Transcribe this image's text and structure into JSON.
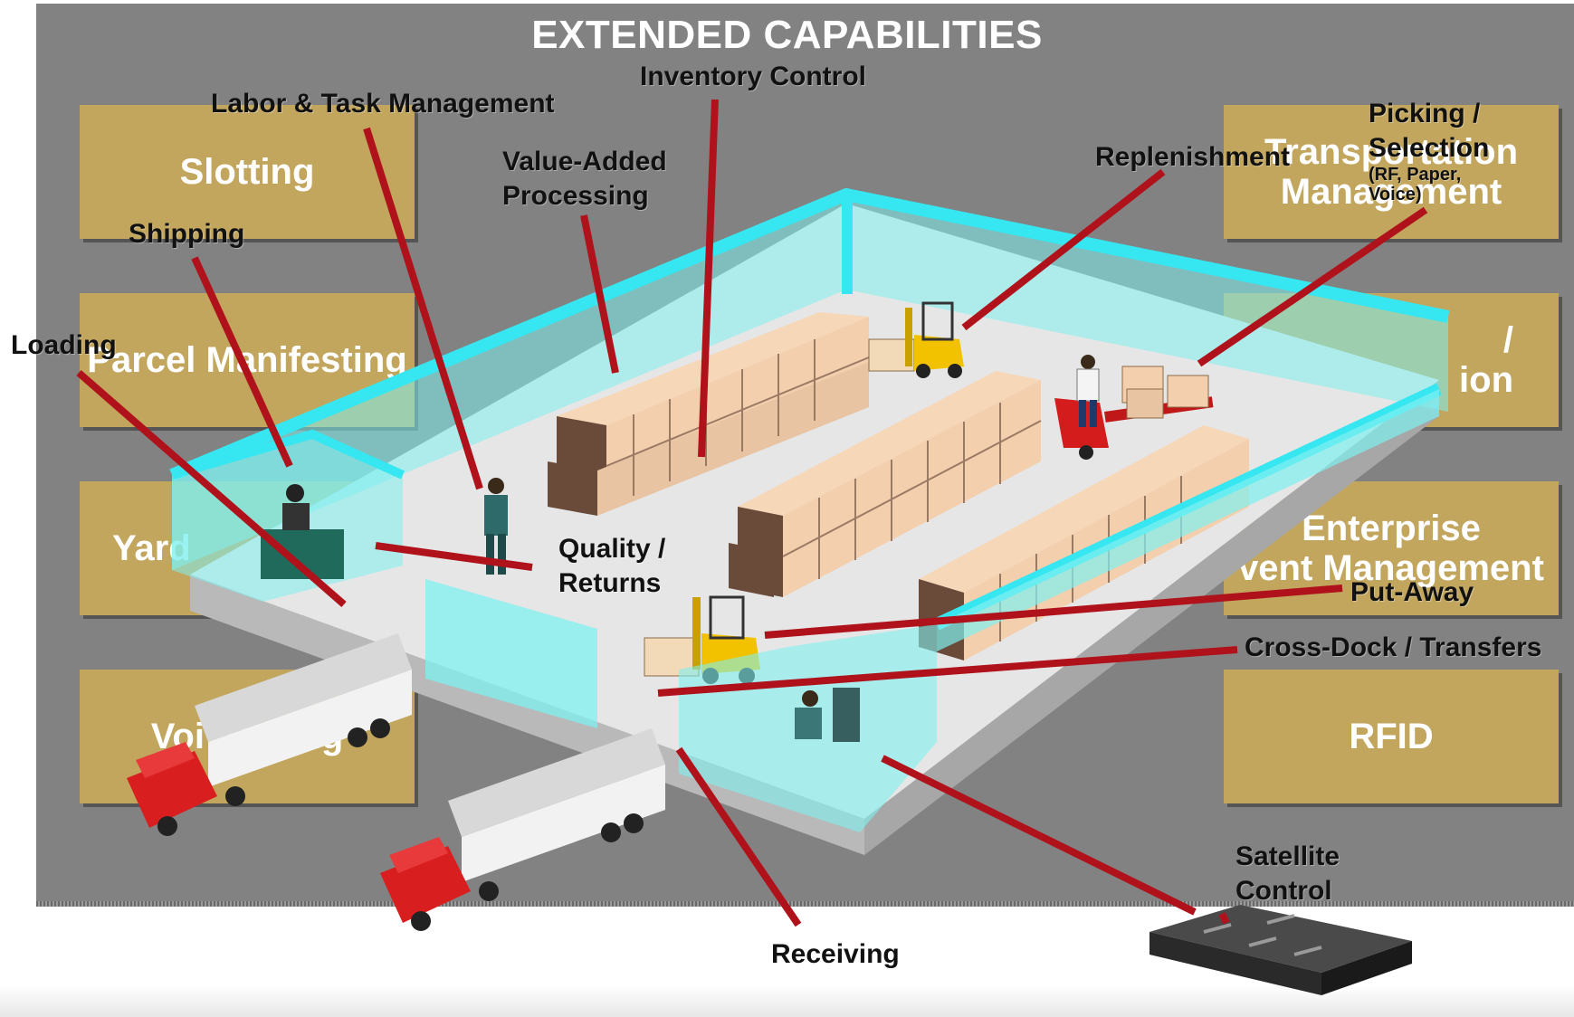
{
  "title": "EXTENDED CAPABILITIES",
  "boxes": {
    "slotting": "Slotting",
    "parcel_manifesting": "Parcel Manifesting",
    "yard": "Yard",
    "voice_picking": "Voi  Pi    ng",
    "transportation_line1": "Transportation",
    "transportation_line2": "Management",
    "right2_line1": "/",
    "right2_line2": "ion",
    "enterprise_line1": "Enterprise",
    "enterprise_line2": "vent Management",
    "rfid": "RFID"
  },
  "labels": {
    "inventory_control": "Inventory Control",
    "labor_task": "Labor & Task Management",
    "value_added_1": "Value-Added",
    "value_added_2": "Processing",
    "replenishment": "Replenishment",
    "picking_1": "Picking /",
    "picking_2": "Selection",
    "picking_3": "(RF, Paper,",
    "picking_4": "Voice)",
    "shipping": "Shipping",
    "loading": "Loading",
    "quality_1": "Quality /",
    "quality_2": "Returns",
    "put_away": "Put-Away",
    "cross_dock": "Cross-Dock / Transfers",
    "satellite_1": "Satellite",
    "satellite_2": "Control",
    "receiving": "Receiving"
  },
  "colors": {
    "panel": "#828282",
    "box": "#c2a65e",
    "leader_line": "#b0121c",
    "glass": "#7ff0f0",
    "floor": "#e6e6e6"
  },
  "icons": [
    "forklift-icon",
    "pallet-jack-icon",
    "worker-icon",
    "truck-icon",
    "server-icon",
    "desk-icon"
  ]
}
